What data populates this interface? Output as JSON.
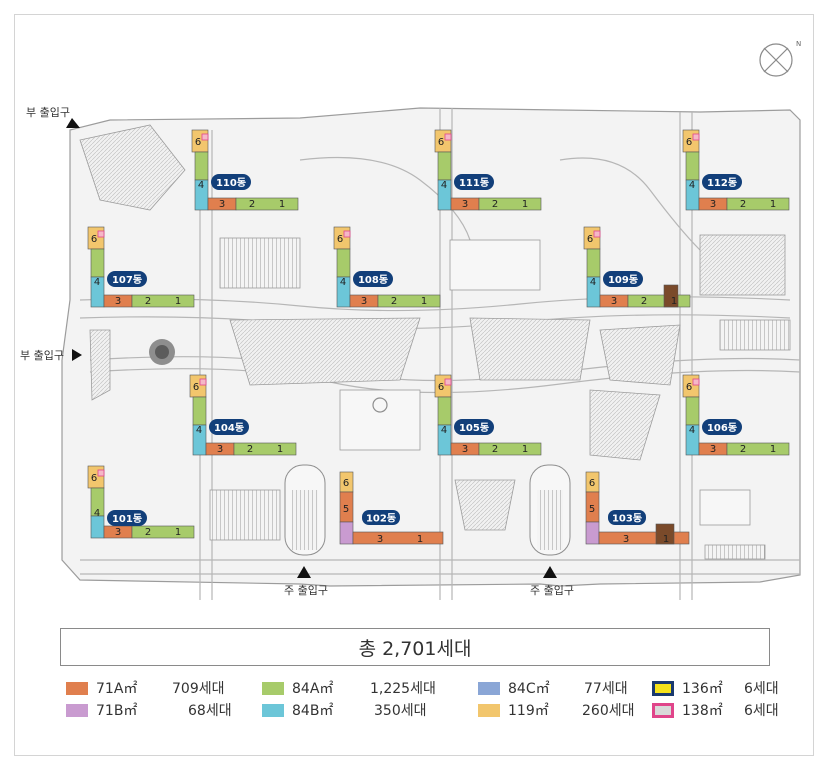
{
  "compass": {
    "label": "N"
  },
  "entrances": {
    "sub_top": "부 출입구",
    "sub_left": "부 출입구",
    "main_left": "주 출입구",
    "main_right": "주 출입구"
  },
  "buildings": [
    {
      "id": "b110",
      "label": "110동"
    },
    {
      "id": "b111",
      "label": "111동"
    },
    {
      "id": "b112",
      "label": "112동"
    },
    {
      "id": "b107",
      "label": "107동"
    },
    {
      "id": "b108",
      "label": "108동"
    },
    {
      "id": "b109",
      "label": "109동"
    },
    {
      "id": "b104",
      "label": "104동"
    },
    {
      "id": "b105",
      "label": "105동"
    },
    {
      "id": "b106",
      "label": "106동"
    },
    {
      "id": "b101",
      "label": "101동"
    },
    {
      "id": "b102",
      "label": "102동"
    },
    {
      "id": "b103",
      "label": "103동"
    }
  ],
  "unit_digits": [
    "1",
    "2",
    "3",
    "4",
    "5",
    "6"
  ],
  "total": "총 2,701세대",
  "legend": [
    {
      "name": "71A㎡",
      "count": "709세대",
      "color": "#e07f4e",
      "style": "fill"
    },
    {
      "name": "71B㎡",
      "count": "68세대",
      "color": "#c99bd0",
      "style": "fill"
    },
    {
      "name": "84A㎡",
      "count": "1,225세대",
      "color": "#a7cb6a",
      "style": "fill"
    },
    {
      "name": "84B㎡",
      "count": "350세대",
      "color": "#6cc6d8",
      "style": "fill"
    },
    {
      "name": "84C㎡",
      "count": "77세대",
      "color": "#8aa6d6",
      "style": "fill"
    },
    {
      "name": "119㎡",
      "count": "260세대",
      "color": "#f2c66d",
      "style": "fill"
    },
    {
      "name": "136㎡",
      "count": "6세대",
      "color": "#f5e21a",
      "border": "#1a3a6e",
      "style": "outline"
    },
    {
      "name": "138㎡",
      "count": "6세대",
      "color": "#d9d9d9",
      "border": "#e0458a",
      "style": "outline"
    }
  ]
}
